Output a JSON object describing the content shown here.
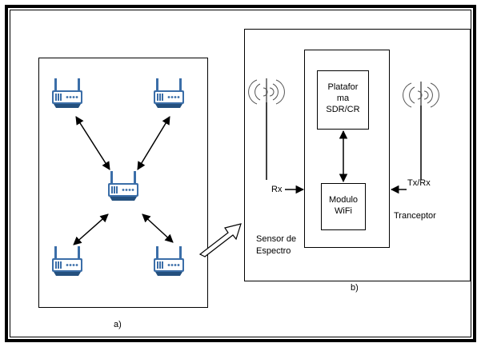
{
  "panel_a": {
    "caption": "a)"
  },
  "panel_b": {
    "caption": "b)",
    "platform_box": {
      "lines": [
        "Platafor",
        "ma",
        "SDR/CR"
      ]
    },
    "wifi_box": {
      "lines": [
        "Modulo",
        "WiFi"
      ]
    },
    "rx_label": "Rx",
    "txrx_label": "Tx/Rx",
    "sensor_label": [
      "Sensor de",
      "Espectro"
    ],
    "transceiver_label": "Tranceptor"
  },
  "colors": {
    "router_blue": "#3b6ea8",
    "router_dark": "#24507e",
    "line": "#000000",
    "antenna": "#555555"
  },
  "icons": [
    "router-icon",
    "antenna-icon",
    "double-arrow-icon",
    "hollow-arrow-icon"
  ]
}
